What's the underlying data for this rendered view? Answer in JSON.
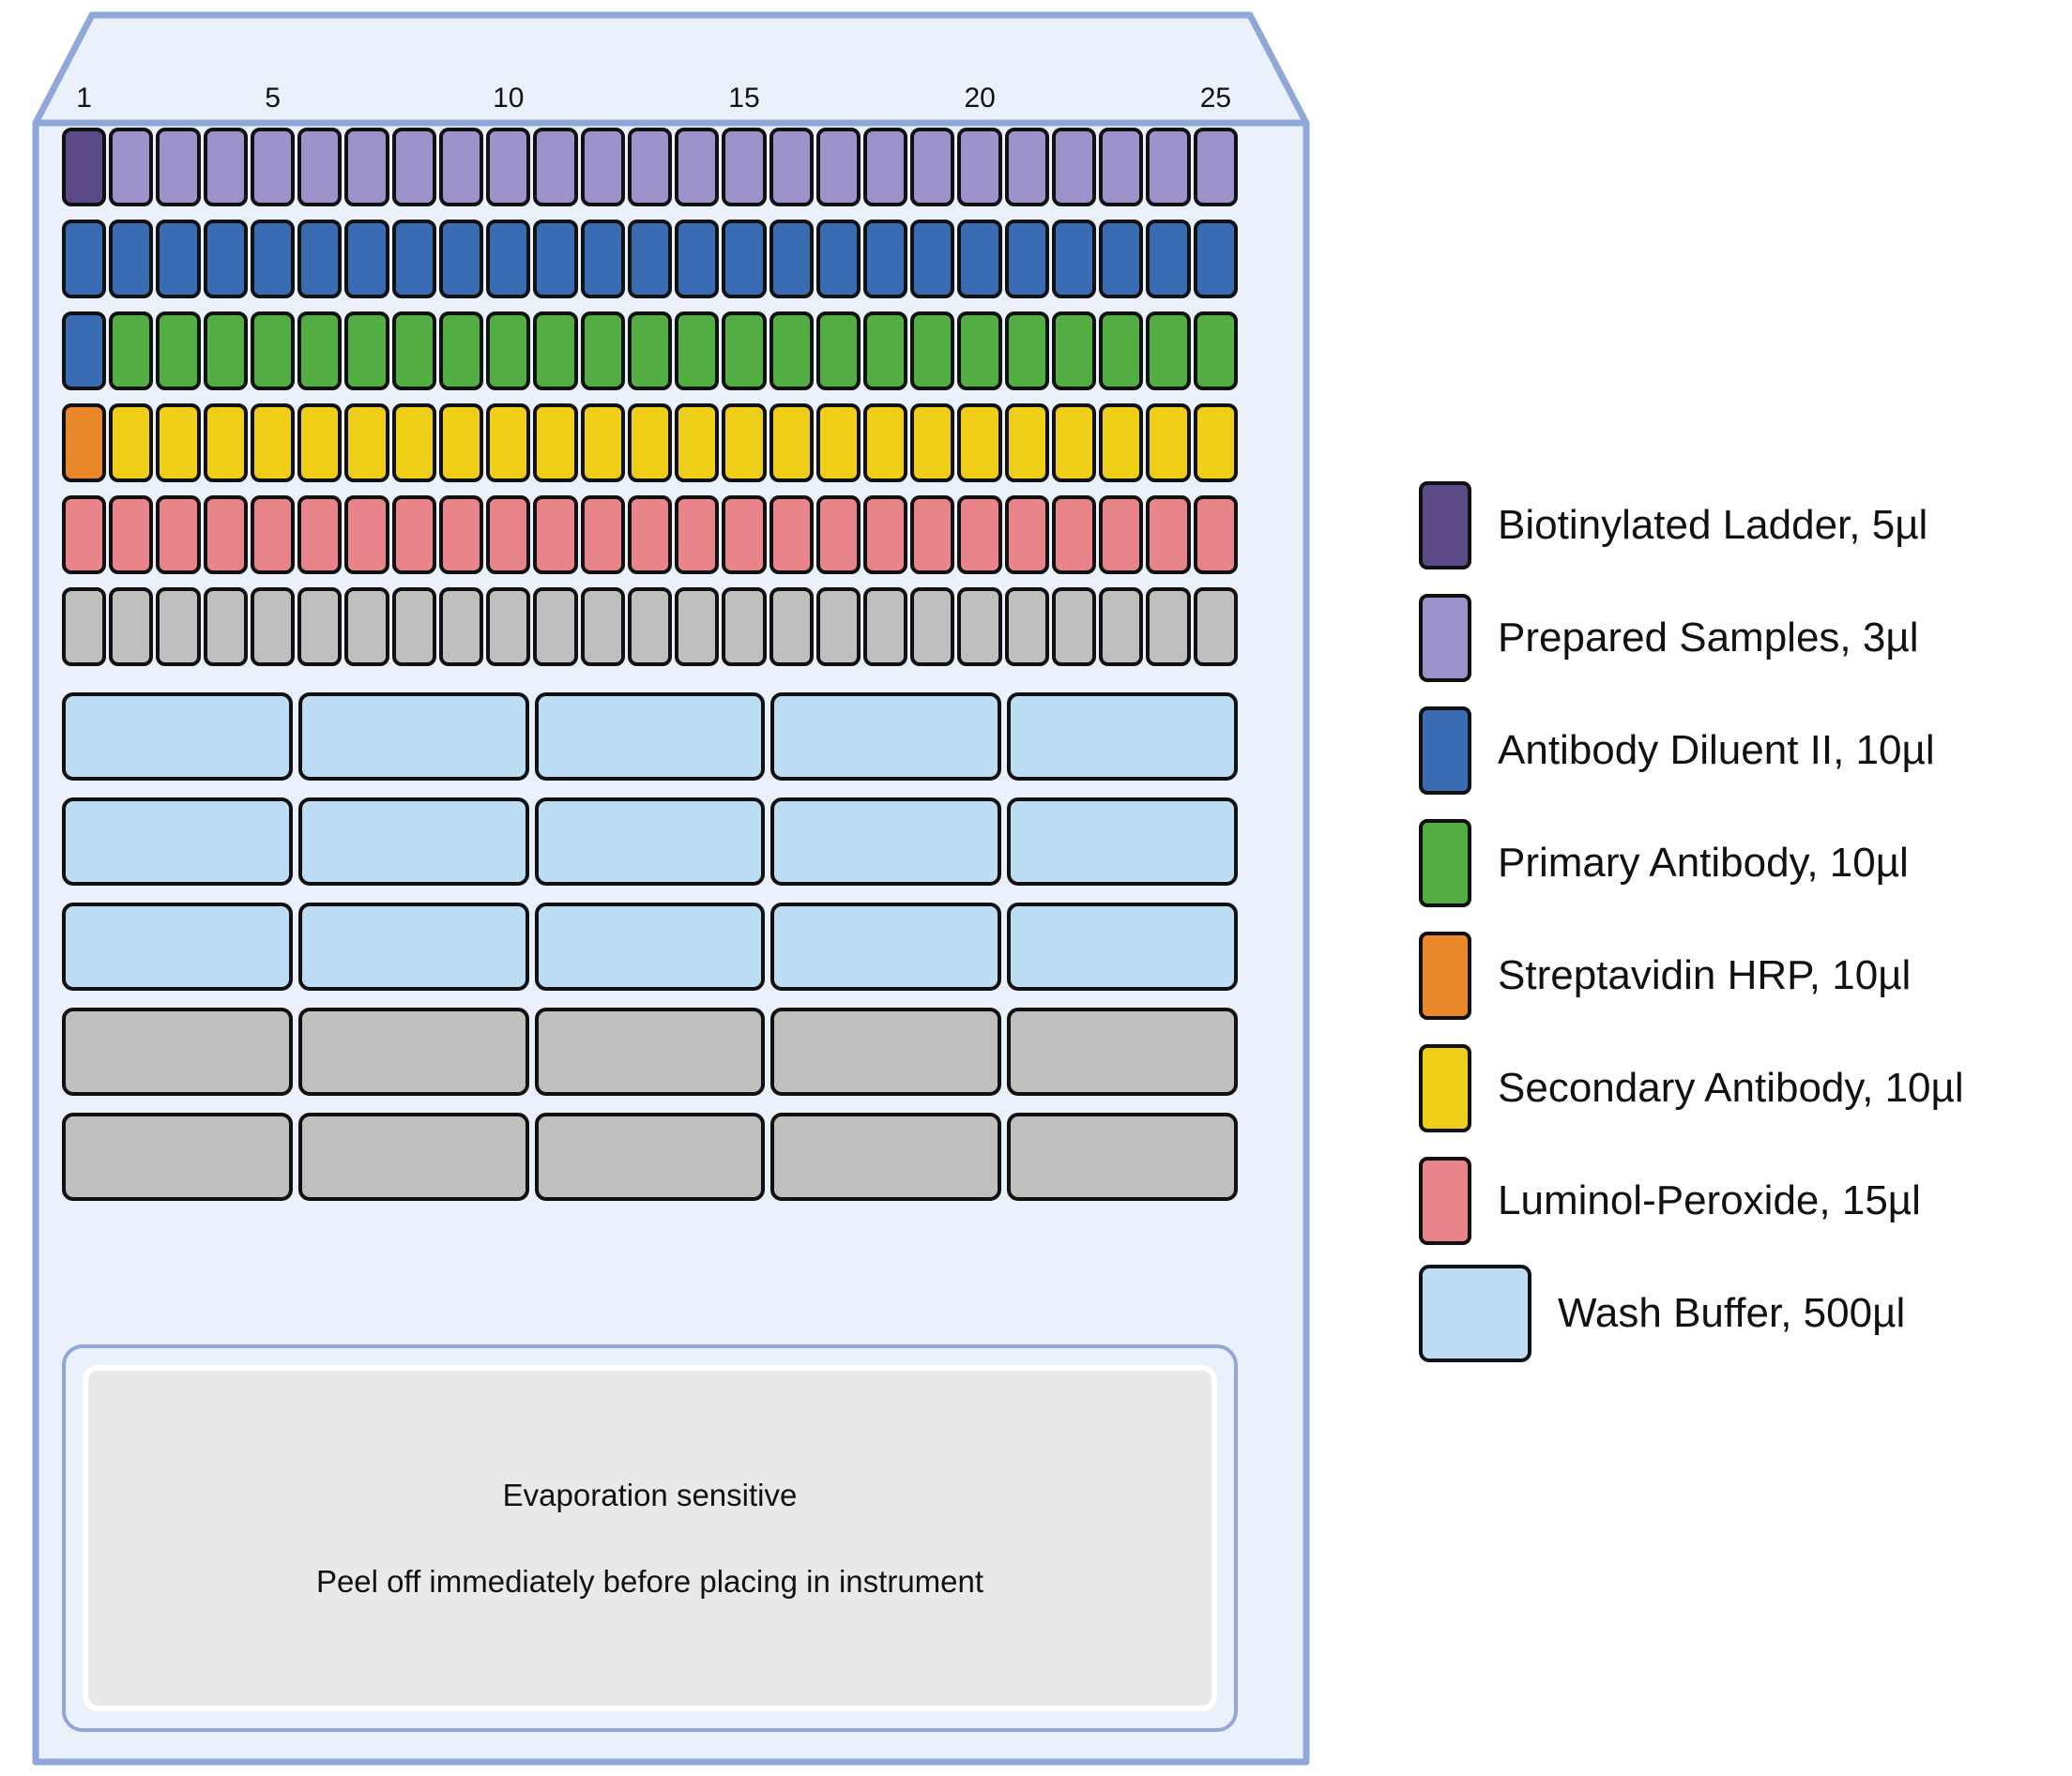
{
  "plate": {
    "column_labels": [
      {
        "number": "1",
        "index": 1
      },
      {
        "number": "5",
        "index": 5
      },
      {
        "number": "10",
        "index": 10
      },
      {
        "number": "15",
        "index": 15
      },
      {
        "number": "20",
        "index": 20
      },
      {
        "number": "25",
        "index": 25
      }
    ],
    "total_columns": 25,
    "rows": [
      {
        "name": "row-prepared-samples",
        "type": "narrow",
        "wells": 25,
        "colors": [
          "#5c4a88",
          "#9b93c9",
          "#9b93c9",
          "#9b93c9",
          "#9b93c9",
          "#9b93c9",
          "#9b93c9",
          "#9b93c9",
          "#9b93c9",
          "#9b93c9",
          "#9b93c9",
          "#9b93c9",
          "#9b93c9",
          "#9b93c9",
          "#9b93c9",
          "#9b93c9",
          "#9b93c9",
          "#9b93c9",
          "#9b93c9",
          "#9b93c9",
          "#9b93c9",
          "#9b93c9",
          "#9b93c9",
          "#9b93c9",
          "#9b93c9"
        ]
      },
      {
        "name": "row-antibody-diluent",
        "type": "narrow",
        "wells": 25,
        "colors": [
          "#3a6cb4",
          "#3a6cb4",
          "#3a6cb4",
          "#3a6cb4",
          "#3a6cb4",
          "#3a6cb4",
          "#3a6cb4",
          "#3a6cb4",
          "#3a6cb4",
          "#3a6cb4",
          "#3a6cb4",
          "#3a6cb4",
          "#3a6cb4",
          "#3a6cb4",
          "#3a6cb4",
          "#3a6cb4",
          "#3a6cb4",
          "#3a6cb4",
          "#3a6cb4",
          "#3a6cb4",
          "#3a6cb4",
          "#3a6cb4",
          "#3a6cb4",
          "#3a6cb4",
          "#3a6cb4"
        ]
      },
      {
        "name": "row-primary-antibody",
        "type": "narrow",
        "wells": 25,
        "colors": [
          "#3a6cb4",
          "#52ad43",
          "#52ad43",
          "#52ad43",
          "#52ad43",
          "#52ad43",
          "#52ad43",
          "#52ad43",
          "#52ad43",
          "#52ad43",
          "#52ad43",
          "#52ad43",
          "#52ad43",
          "#52ad43",
          "#52ad43",
          "#52ad43",
          "#52ad43",
          "#52ad43",
          "#52ad43",
          "#52ad43",
          "#52ad43",
          "#52ad43",
          "#52ad43",
          "#52ad43",
          "#52ad43"
        ]
      },
      {
        "name": "row-secondary-antibody",
        "type": "narrow",
        "wells": 25,
        "colors": [
          "#e8882a",
          "#eece17",
          "#eece17",
          "#eece17",
          "#eece17",
          "#eece17",
          "#eece17",
          "#eece17",
          "#eece17",
          "#eece17",
          "#eece17",
          "#eece17",
          "#eece17",
          "#eece17",
          "#eece17",
          "#eece17",
          "#eece17",
          "#eece17",
          "#eece17",
          "#eece17",
          "#eece17",
          "#eece17",
          "#eece17",
          "#eece17",
          "#eece17"
        ]
      },
      {
        "name": "row-luminol-peroxide",
        "type": "narrow",
        "wells": 25,
        "colors": [
          "#e8858a",
          "#e8858a",
          "#e8858a",
          "#e8858a",
          "#e8858a",
          "#e8858a",
          "#e8858a",
          "#e8858a",
          "#e8858a",
          "#e8858a",
          "#e8858a",
          "#e8858a",
          "#e8858a",
          "#e8858a",
          "#e8858a",
          "#e8858a",
          "#e8858a",
          "#e8858a",
          "#e8858a",
          "#e8858a",
          "#e8858a",
          "#e8858a",
          "#e8858a",
          "#e8858a",
          "#e8858a"
        ]
      },
      {
        "name": "row-empty-gray",
        "type": "narrow",
        "wells": 25,
        "colors": [
          "#bfbfbf",
          "#bfbfbf",
          "#bfbfbf",
          "#bfbfbf",
          "#bfbfbf",
          "#bfbfbf",
          "#bfbfbf",
          "#bfbfbf",
          "#bfbfbf",
          "#bfbfbf",
          "#bfbfbf",
          "#bfbfbf",
          "#bfbfbf",
          "#bfbfbf",
          "#bfbfbf",
          "#bfbfbf",
          "#bfbfbf",
          "#bfbfbf",
          "#bfbfbf",
          "#bfbfbf",
          "#bfbfbf",
          "#bfbfbf",
          "#bfbfbf",
          "#bfbfbf",
          "#bfbfbf"
        ]
      },
      {
        "name": "row-wash-buffer-1",
        "type": "trough",
        "wells": 5,
        "colors": [
          "#bdddf4",
          "#bdddf4",
          "#bdddf4",
          "#bdddf4",
          "#bdddf4"
        ]
      },
      {
        "name": "row-wash-buffer-2",
        "type": "trough",
        "wells": 5,
        "colors": [
          "#bdddf4",
          "#bdddf4",
          "#bdddf4",
          "#bdddf4",
          "#bdddf4"
        ]
      },
      {
        "name": "row-wash-buffer-3",
        "type": "trough",
        "wells": 5,
        "colors": [
          "#bdddf4",
          "#bdddf4",
          "#bdddf4",
          "#bdddf4",
          "#bdddf4"
        ]
      },
      {
        "name": "row-trough-gray-1",
        "type": "trough",
        "wells": 5,
        "colors": [
          "#bfbfbf",
          "#bfbfbf",
          "#bfbfbf",
          "#bfbfbf",
          "#bfbfbf"
        ]
      },
      {
        "name": "row-trough-gray-2",
        "type": "trough",
        "wells": 5,
        "colors": [
          "#bfbfbf",
          "#bfbfbf",
          "#bfbfbf",
          "#bfbfbf",
          "#bfbfbf"
        ]
      }
    ],
    "instructions": {
      "line1": "Evaporation sensitive",
      "line2": "Peel off immediately before placing in instrument"
    },
    "body_fill": "#eaf1fb",
    "body_stroke": "#8fa8d8"
  },
  "legend": {
    "items": [
      {
        "label": "Biotinylated Ladder, 5µl",
        "color": "#5c4a88",
        "shape": "tall"
      },
      {
        "label": "Prepared Samples, 3µl",
        "color": "#9b93c9",
        "shape": "tall"
      },
      {
        "label": "Antibody Diluent II, 10µl",
        "color": "#3a6cb4",
        "shape": "tall"
      },
      {
        "label": "Primary Antibody, 10µl",
        "color": "#52ad43",
        "shape": "tall"
      },
      {
        "label": "Streptavidin HRP, 10µl",
        "color": "#e8882a",
        "shape": "tall"
      },
      {
        "label": " Secondary Antibody, 10µl",
        "color": "#eece17",
        "shape": "tall"
      },
      {
        "label": "Luminol-Peroxide, 15µl",
        "color": "#e8858a",
        "shape": "tall"
      },
      {
        "label": "Wash Buffer, 500µl",
        "color": "#bdddf4",
        "shape": "wide"
      }
    ]
  }
}
